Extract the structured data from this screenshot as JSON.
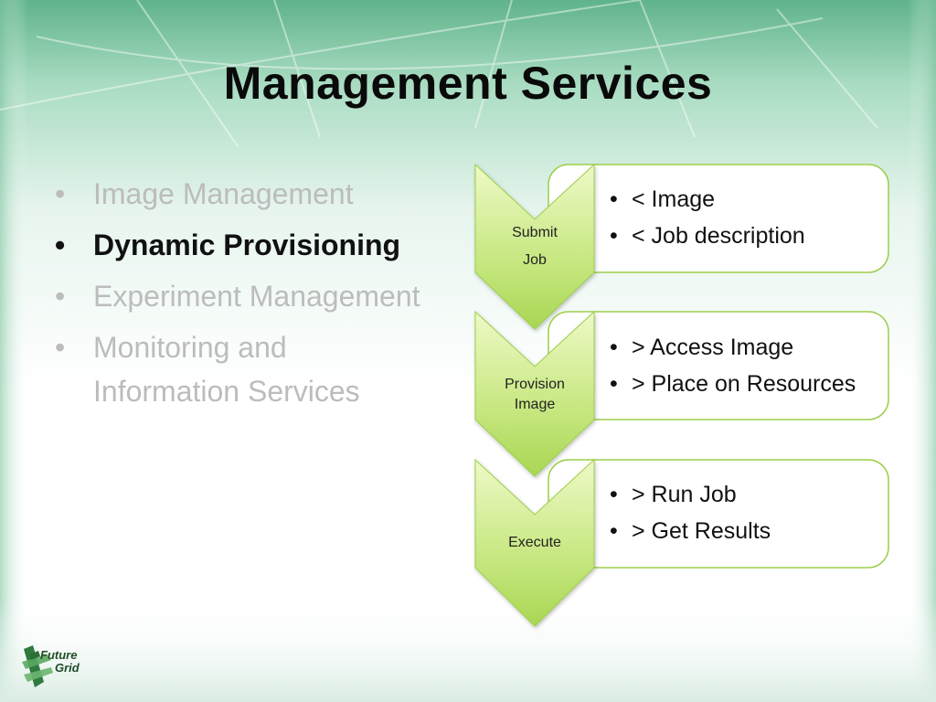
{
  "slide": {
    "title": "Management Services",
    "bullets": [
      {
        "label": "Image Management",
        "active": false
      },
      {
        "label": "Dynamic Provisioning",
        "active": true
      },
      {
        "label": "Experiment Management",
        "active": false
      },
      {
        "label": "Monitoring and Information Services",
        "active": false
      }
    ],
    "bullet_char": "•"
  },
  "flow": {
    "steps": [
      {
        "label_line1": "Submit",
        "label_line2": "Job",
        "items": [
          "< Image",
          "< Job description"
        ]
      },
      {
        "label_line1": "Provision",
        "label_line2": "Image",
        "items": [
          "> Access Image",
          "> Place on Resources"
        ]
      },
      {
        "label_line1": "Execute",
        "label_line2": "",
        "items": [
          "> Run Job",
          "> Get Results"
        ]
      }
    ],
    "colors": {
      "chevron_light": "#e9f7b5",
      "chevron_dark": "#a9d653",
      "border": "#9ccf4a"
    }
  },
  "logo": {
    "line1": "Future",
    "line2": "Grid"
  }
}
